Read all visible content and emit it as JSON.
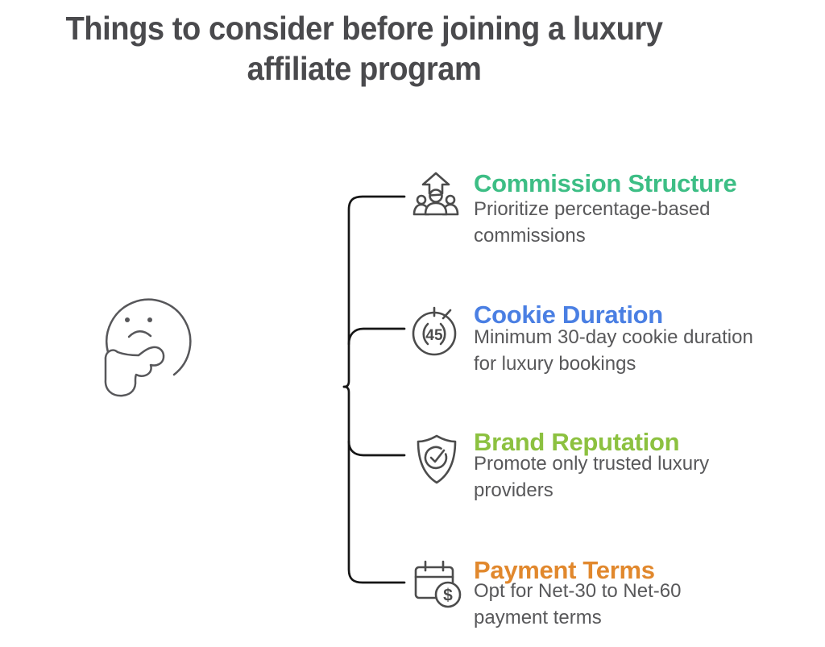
{
  "title": {
    "line1": "Things to consider before joining a luxury",
    "line2": "affiliate program"
  },
  "items": [
    {
      "heading": "Commission Structure",
      "color": "#3dbe85",
      "icon": "team-growth-icon",
      "description_lines": [
        "Prioritize percentage-based",
        "commissions"
      ]
    },
    {
      "heading": "Cookie Duration",
      "color": "#4a7fe3",
      "icon": "timer-45-icon",
      "icon_text": "45",
      "description_lines": [
        "Minimum 30-day cookie duration",
        "for luxury bookings"
      ]
    },
    {
      "heading": "Brand Reputation",
      "color": "#8cc140",
      "icon": "shield-check-icon",
      "description_lines": [
        "Promote only trusted luxury",
        "providers"
      ]
    },
    {
      "heading": "Payment Terms",
      "color": "#e1882d",
      "icon": "calendar-dollar-icon",
      "icon_text": "$",
      "description_lines": [
        "Opt for Net-30 to Net-60",
        "payment terms"
      ]
    }
  ],
  "colors": {
    "title_text": "#4a4a4d",
    "body_text": "#58585a",
    "connector_line": "#161616",
    "icon_stroke": "#4c4c4c"
  }
}
